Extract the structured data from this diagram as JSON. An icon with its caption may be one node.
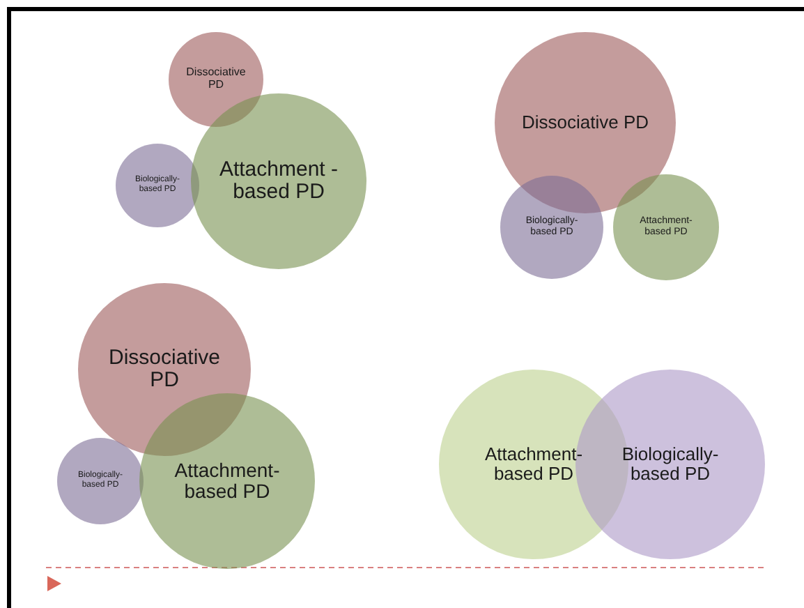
{
  "diagram": {
    "nodes": [
      {
        "text": [
          "Dissociative PD"
        ]
      },
      {
        "text": [
          "Biologically-based PD"
        ]
      },
      {
        "text": [
          "Attachment -based PD"
        ]
      },
      {
        "text": [
          "Dissociative PD"
        ]
      },
      {
        "text": [
          "Biologically-based PD"
        ]
      },
      {
        "text": [
          "Attachment-based PD"
        ]
      },
      {
        "text": [
          "Dissociative PD"
        ]
      },
      {
        "text": [
          "Biologically-based PD"
        ]
      },
      {
        "text": [
          "Attachment-based PD"
        ]
      },
      {
        "text": [
          "Attachment-based PD"
        ]
      },
      {
        "text": [
          "Biologically-based PD"
        ]
      }
    ]
  }
}
